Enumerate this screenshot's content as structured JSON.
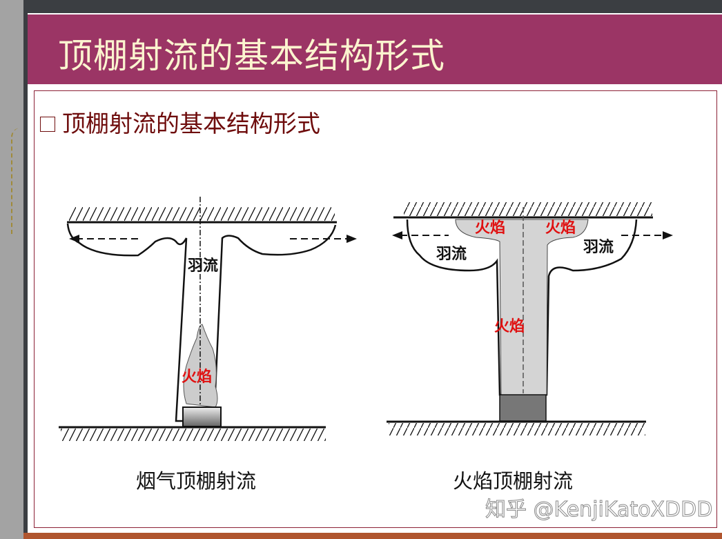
{
  "slide": {
    "title": "顶棚射流的基本结构形式",
    "subtitle": "顶棚射流的基本结构形式",
    "bullet_icon": "hollow-square-bullet"
  },
  "diagram_left": {
    "plume_label": "羽流",
    "flame_label": "火焰",
    "caption": "烟气顶棚射流"
  },
  "diagram_right": {
    "flame_label_left": "火焰",
    "flame_label_right": "火焰",
    "flame_label_column": "火焰",
    "plume_label_left": "羽流",
    "plume_label_right": "羽流",
    "caption": "火焰顶棚射流"
  },
  "watermark": "知乎 @KenjiKatoXDDD",
  "colors": {
    "banner": "#9b3565",
    "title_text": "#fbf4cf",
    "subtitle_text": "#6e0c0c",
    "flame_label": "#e01010"
  }
}
